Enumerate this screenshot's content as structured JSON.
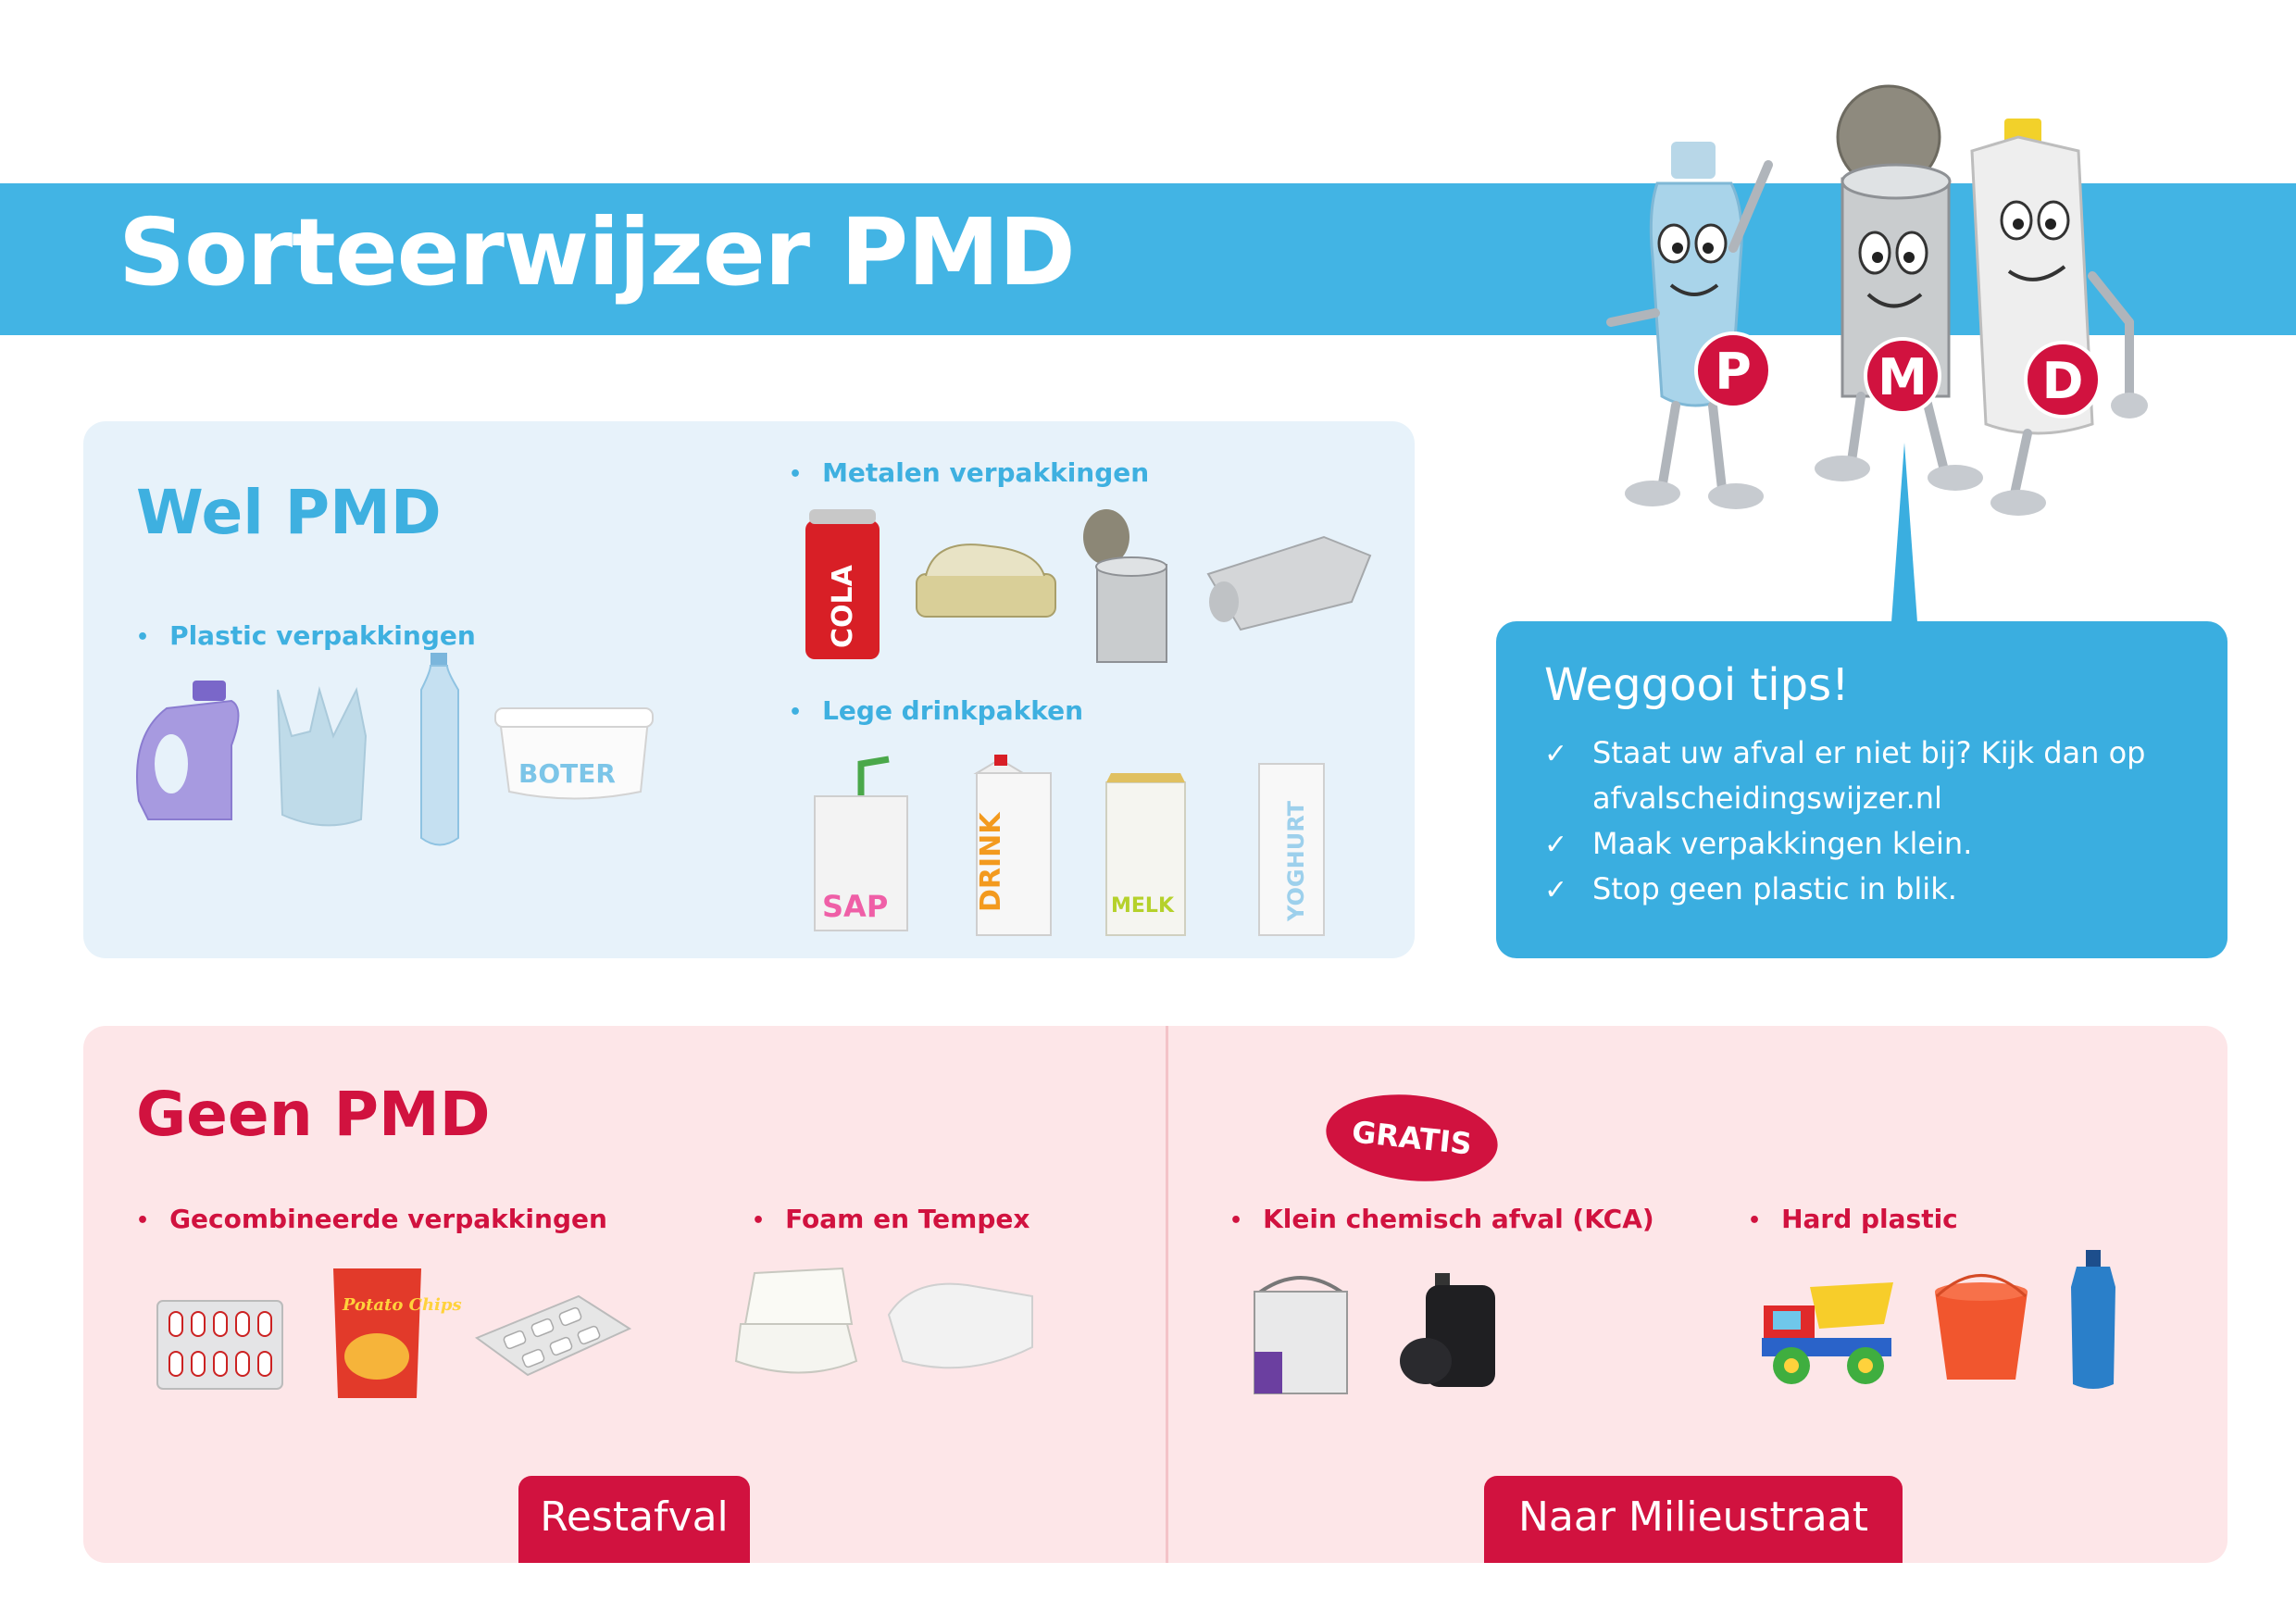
{
  "header": {
    "title": "Sorteerwijzer PMD"
  },
  "wel": {
    "title": "Wel PMD",
    "plastic": {
      "label": "Plastic verpakkingen",
      "boter_text": "BOTER"
    },
    "metaal": {
      "label": "Metalen verpakkingen",
      "cola_text": "COLA"
    },
    "drinkpak": {
      "label": "Lege drinkpakken",
      "items": [
        "SAP",
        "DRINK",
        "MELK",
        "YOGHURT"
      ]
    }
  },
  "tips": {
    "title": "Weggooi tips!",
    "items": [
      "Staat uw afval er niet bij? Kijk dan op",
      "afvalscheidingswijzer.nl",
      "Maak verpakkingen klein.",
      "Stop geen plastic in blik."
    ]
  },
  "mascots": {
    "letters": [
      "P",
      "M",
      "D"
    ]
  },
  "geen": {
    "title": "Geen PMD",
    "categories": [
      "Gecombineerde verpakkingen",
      "Foam en Tempex",
      "Klein chemisch afval (KCA)",
      "Hard plastic"
    ],
    "chips_text": "Potato Chips",
    "badge": "GRATIS",
    "restafval_label": "Restafval",
    "milieustraat_label": "Naar Milieustraat"
  },
  "colors": {
    "blue": "#42b4e4",
    "red": "#d1123f",
    "light_blue": "#e7f2fa",
    "light_red": "#fde6e8"
  }
}
